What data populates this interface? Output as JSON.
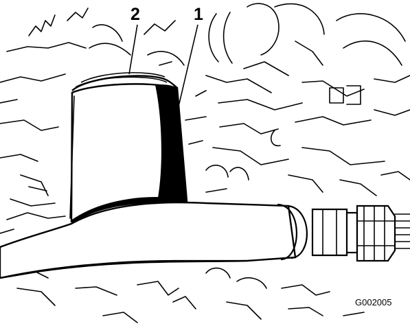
{
  "figure": {
    "callouts": [
      {
        "id": "1",
        "label": "1"
      },
      {
        "id": "2",
        "label": "2"
      }
    ],
    "figure_id": "G002005"
  },
  "colors": {
    "ink": "#000000",
    "paper": "#ffffff"
  }
}
